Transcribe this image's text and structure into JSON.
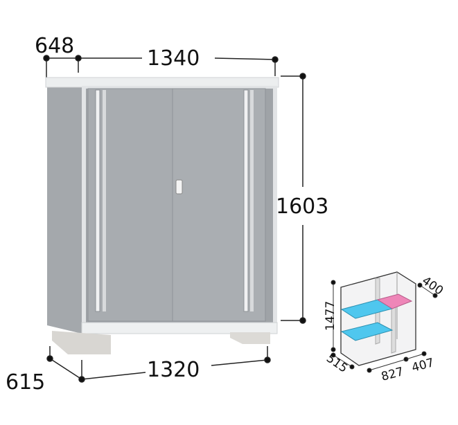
{
  "main_view": {
    "depth_top": "648",
    "width_top": "1340",
    "height": "1603",
    "depth_bottom": "615",
    "width_bottom": "1320"
  },
  "inner_view": {
    "inner_height": "1477",
    "inner_depth": "515",
    "inner_width_main": "827",
    "inner_width_side": "407",
    "side_shelf_depth": "400"
  },
  "colors": {
    "body": "#a9adb1",
    "shelf_blue": "#4fc7ee",
    "shelf_pink": "#ee86b8"
  }
}
